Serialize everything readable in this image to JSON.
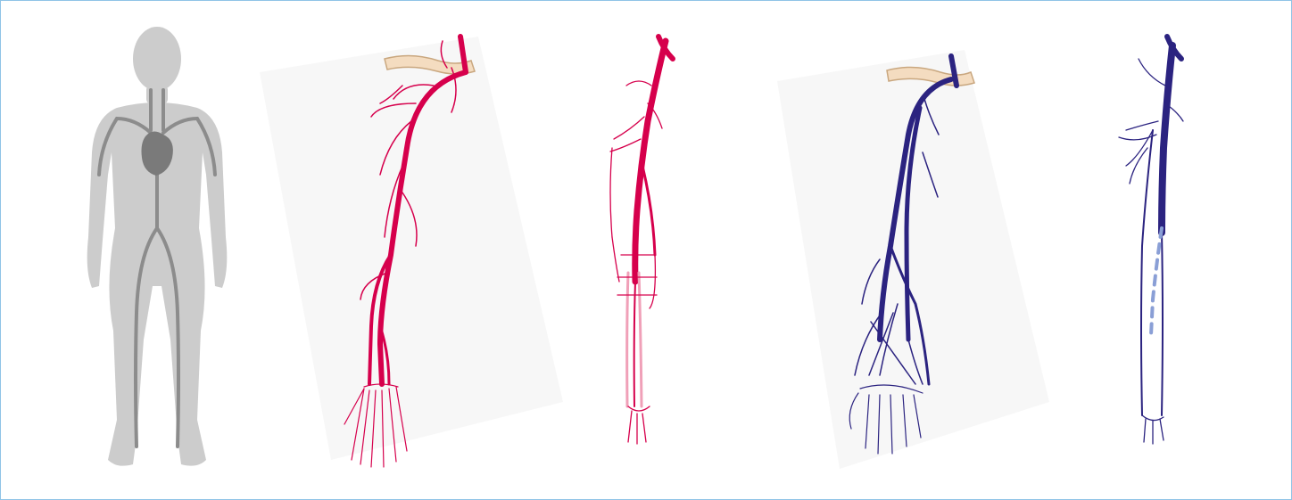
{
  "figure": {
    "panels": [
      {
        "id": "body",
        "depicts": "human-body-circulation-silhouette"
      },
      {
        "id": "arm-arteries-full",
        "depicts": "upper-limb-arteries-with-hand"
      },
      {
        "id": "arm-arteries-detail",
        "depicts": "upper-limb-arteries-schematic"
      },
      {
        "id": "arm-veins-full",
        "depicts": "upper-limb-veins-with-hand"
      },
      {
        "id": "arm-veins-detail",
        "depicts": "upper-limb-veins-schematic"
      }
    ]
  },
  "colors": {
    "frame_border": "#8fc3e6",
    "body_fill": "#cccccc",
    "body_vessels": "#8c8c8c",
    "heart": "#7a7a7a",
    "artery": "#d6004c",
    "artery_light": "#f0a0b8",
    "vein": "#2b2380",
    "vein_light": "#8a9fd6",
    "clavicle": "#f4dcc0",
    "panel_shade": "#f7f7f7"
  }
}
